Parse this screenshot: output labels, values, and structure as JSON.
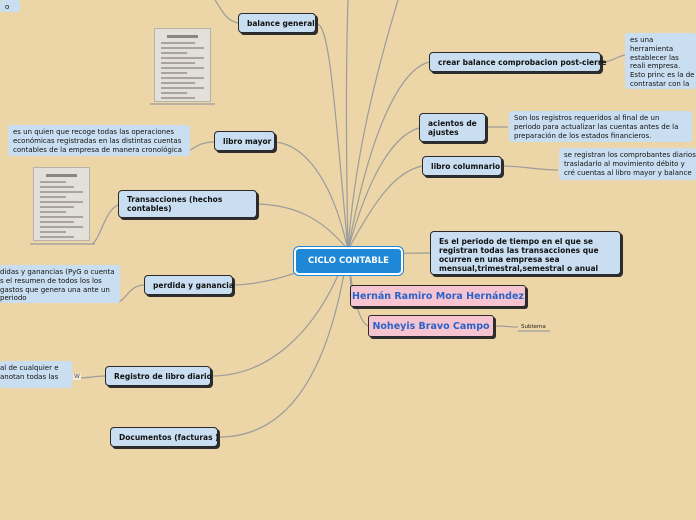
{
  "center": {
    "label": "CICLO CONTABLE"
  },
  "left_nodes": {
    "balance_general": "balance general",
    "libro_mayor": "libro mayor",
    "transacciones": "Transacciones (hechos contables)",
    "perdida_ganancia": "perdida y ganancia",
    "registro_diario": "Registro de libro diario",
    "documentos": "Documentos (facturas )"
  },
  "right_nodes": {
    "post_cierre": "crear balance comprobacion post-cierre",
    "asientos": "acientos de ajustes",
    "columnario": "libro columnario",
    "periodo": "Es el periodo de tiempo en el que se registran todas las transacciones que ocurren en una empresa sea mensual,trimestral,semestral o anual"
  },
  "authors": [
    "Hernán Ramiro Mora Hernández",
    "Noheyis Bravo Campo"
  ],
  "subtema": "Subtema",
  "notes": {
    "top_left": "o",
    "libro_mayor": "es un quien  que recoge todas las operaciones económicas registradas en las distintas cuentas contables de la empresa de manera cronológica",
    "perdida_ganancia": "didas y ganancias (PyG o cuenta s el resumen de todos los los gastos que genera una ante un periodo",
    "registro_diario": "al de cualquier e anotan todas las",
    "post_cierre": "es una herramienta establecer las reali empresa. Esto princ es la de contrastar con la estructura fi empresa.",
    "asientos": "Son los registros requeridos al final de un periodo para actualizar las cuentas antes de la preparación de los estados financieros.",
    "columnario": "se registran los comprobantes diarios trasladarlo al movimiento débito y cré cuentas al libro mayor y balance"
  },
  "icons": {
    "doc_thumbnail": "document-thumbnail-icon",
    "word": "word-doc-icon"
  }
}
